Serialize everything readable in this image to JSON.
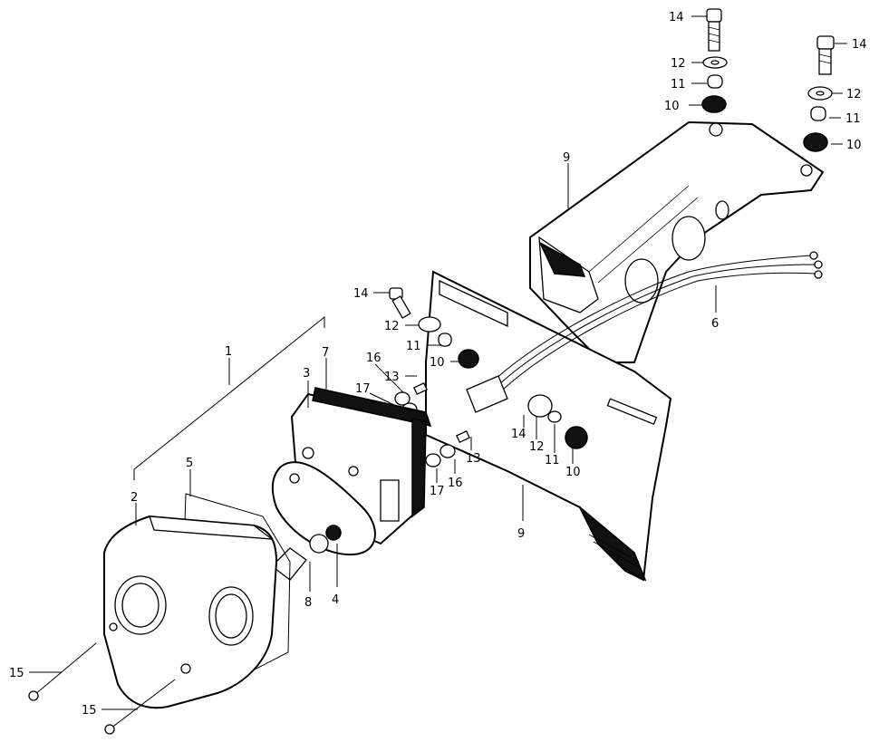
{
  "callouts": [
    {
      "id": "c1",
      "text": "1"
    },
    {
      "id": "c2",
      "text": "2"
    },
    {
      "id": "c3",
      "text": "3"
    },
    {
      "id": "c4",
      "text": "4"
    },
    {
      "id": "c5",
      "text": "5"
    },
    {
      "id": "c6",
      "text": "6"
    },
    {
      "id": "c7",
      "text": "7"
    },
    {
      "id": "c8",
      "text": "8"
    },
    {
      "id": "c9a",
      "text": "9"
    },
    {
      "id": "c9b",
      "text": "9"
    },
    {
      "id": "c10a",
      "text": "10"
    },
    {
      "id": "c10b",
      "text": "10"
    },
    {
      "id": "c10c",
      "text": "10"
    },
    {
      "id": "c10d",
      "text": "10"
    },
    {
      "id": "c11a",
      "text": "11"
    },
    {
      "id": "c11b",
      "text": "11"
    },
    {
      "id": "c11c",
      "text": "11"
    },
    {
      "id": "c11d",
      "text": "11"
    },
    {
      "id": "c12a",
      "text": "12"
    },
    {
      "id": "c12b",
      "text": "12"
    },
    {
      "id": "c12c",
      "text": "12"
    },
    {
      "id": "c12d",
      "text": "12"
    },
    {
      "id": "c13a",
      "text": "13"
    },
    {
      "id": "c13b",
      "text": "13"
    },
    {
      "id": "c14a",
      "text": "14"
    },
    {
      "id": "c14b",
      "text": "14"
    },
    {
      "id": "c14c",
      "text": "14"
    },
    {
      "id": "c14d",
      "text": "14"
    },
    {
      "id": "c15a",
      "text": "15"
    },
    {
      "id": "c15b",
      "text": "15"
    },
    {
      "id": "c16a",
      "text": "16"
    },
    {
      "id": "c16b",
      "text": "16"
    },
    {
      "id": "c17a",
      "text": "17"
    },
    {
      "id": "c17b",
      "text": "17"
    }
  ]
}
